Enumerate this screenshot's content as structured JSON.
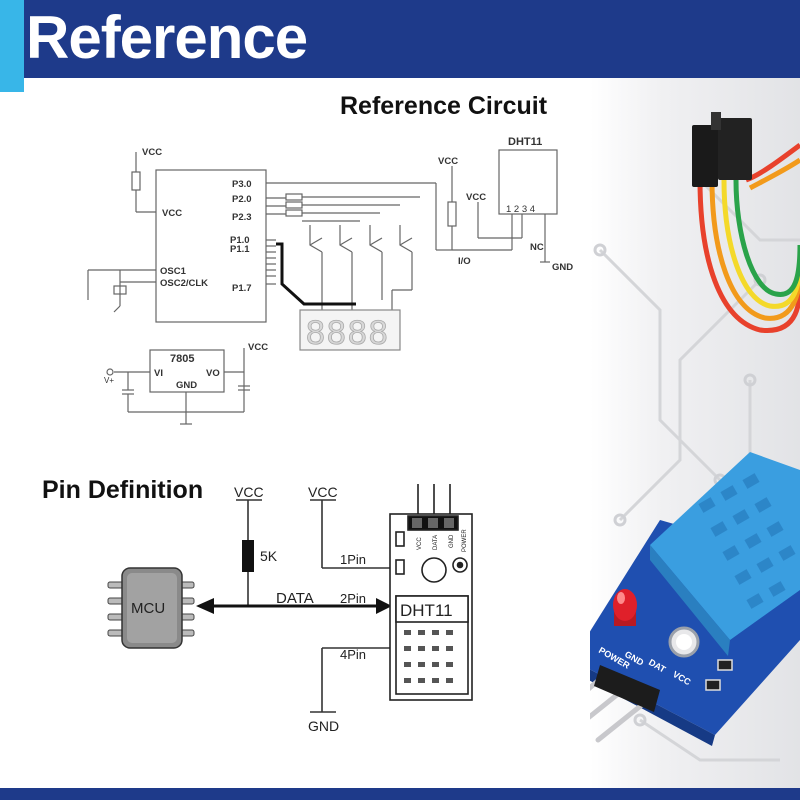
{
  "header": {
    "title": "Reference"
  },
  "reference_circuit": {
    "title": "Reference Circuit",
    "vcc": "VCC",
    "mcu_pins": [
      "P3.0",
      "P2.0",
      "P2.3",
      "P1.0",
      "P1.1",
      "P1.7",
      "OSC1",
      "OSC2/CLK"
    ],
    "dht11_label": "DHT11",
    "dht11_pins": "1 2 3 4",
    "nc": "NC",
    "gnd": "GND",
    "io": "I/O",
    "regulator": "7805",
    "vi": "VI",
    "vo": "VO",
    "vin": "V+",
    "display_digits": "8888"
  },
  "pin_definition": {
    "title": "Pin Definition",
    "vcc": "VCC",
    "resistor": "5K",
    "mcu": "MCU",
    "data": "DATA",
    "pin1": "1Pin",
    "pin2": "2Pin",
    "pin4": "4Pin",
    "gnd": "GND",
    "module_label": "DHT11",
    "header_pins": [
      "VCC",
      "DATA",
      "GND"
    ],
    "power_label": "POWER"
  },
  "photo": {
    "board_labels": [
      "POWER",
      "GND",
      "DAT",
      "VCC"
    ]
  },
  "colors": {
    "header_blue": "#1e3a8a",
    "accent_cyan": "#38b6e8",
    "sensor_blue": "#3a9ee0",
    "pcb_blue": "#1f4fb0",
    "led_red": "#e0202a"
  }
}
